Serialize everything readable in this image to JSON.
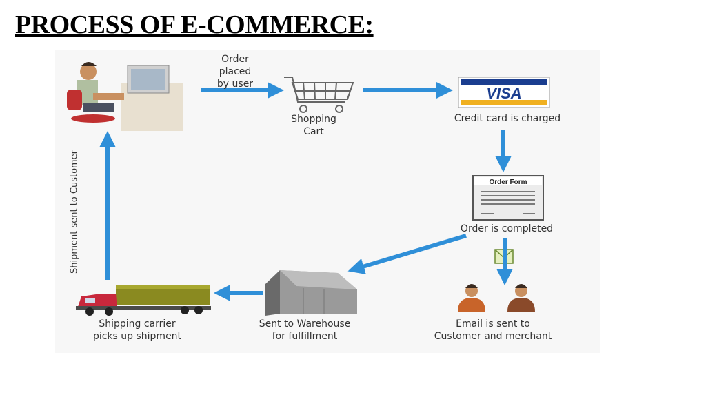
{
  "title": "PROCESS OF E-COMMERCE:",
  "steps": {
    "order_placed": "Order\nplaced\nby user",
    "shopping_cart": "Shopping\nCart",
    "credit_card": "Credit card is charged",
    "order_completed": "Order is completed",
    "email_sent": "Email is sent to\nCustomer and merchant",
    "warehouse": "Sent to Warehouse\nfor fulfillment",
    "shipping_carrier": "Shipping carrier\npicks up shipment",
    "shipment_sent": "Shipment sent to Customer"
  },
  "visa_label": "VISA",
  "order_form_label": "Order Form",
  "icons": [
    "user-at-computer-icon",
    "shopping-cart-icon",
    "visa-card-icon",
    "order-form-icon",
    "envelope-icon",
    "people-icon",
    "warehouse-icon",
    "truck-icon"
  ],
  "colors": {
    "arrow": "#2f8fd8",
    "visa_blue": "#1a3d8f",
    "visa_gold": "#f0b020",
    "truck_red": "#c8283c",
    "trailer_olive": "#8a8a20"
  }
}
